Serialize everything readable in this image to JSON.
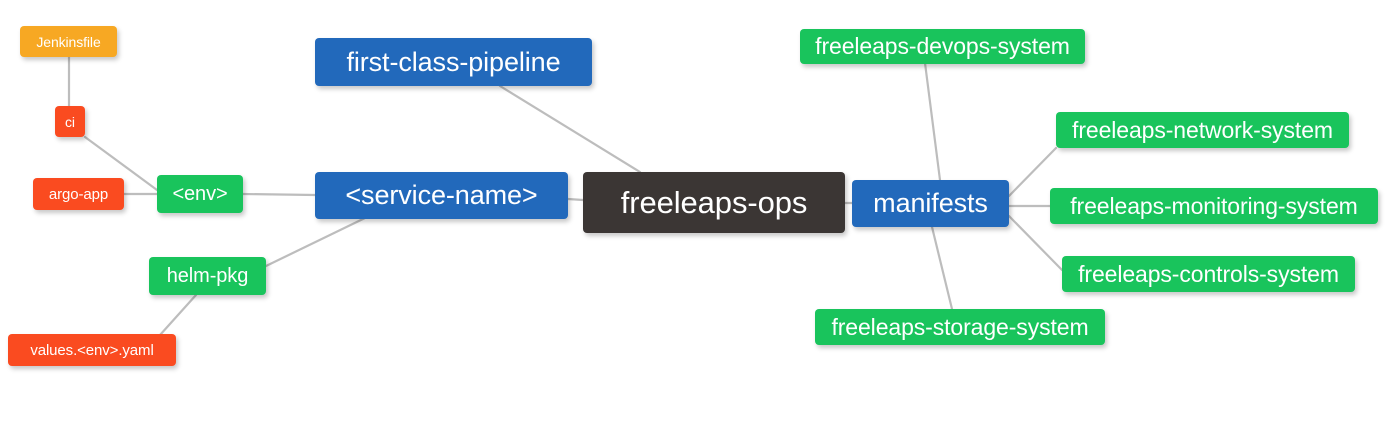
{
  "diagram": {
    "title": "freeleaps-ops",
    "type": "mindmap",
    "background": "#ffffff",
    "edge_color": "#bdbdbd"
  },
  "colors": {
    "green": "#19c45c",
    "blue": "#2269bb",
    "dark": "#3b3634",
    "orange": "#f7a823",
    "red": "#fa4b20",
    "text": "#ffffff"
  },
  "nodes": [
    {
      "id": "jenkinsfile",
      "label": "Jenkinsfile",
      "color": "orange"
    },
    {
      "id": "ci",
      "label": "ci",
      "color": "red"
    },
    {
      "id": "argo-app",
      "label": "argo-app",
      "color": "red"
    },
    {
      "id": "env",
      "label": "<env>",
      "color": "green"
    },
    {
      "id": "helm-pkg",
      "label": "helm-pkg",
      "color": "green"
    },
    {
      "id": "values-yaml",
      "label": "values.<env>.yaml",
      "color": "red"
    },
    {
      "id": "pipeline",
      "label": "first-class-pipeline",
      "color": "blue"
    },
    {
      "id": "service-name",
      "label": "<service-name>",
      "color": "blue"
    },
    {
      "id": "root",
      "label": "freeleaps-ops",
      "color": "dark"
    },
    {
      "id": "manifests",
      "label": "manifests",
      "color": "blue"
    },
    {
      "id": "devops",
      "label": "freeleaps-devops-system",
      "color": "green"
    },
    {
      "id": "network",
      "label": "freeleaps-network-system",
      "color": "green"
    },
    {
      "id": "monitoring",
      "label": "freeleaps-monitoring-system",
      "color": "green"
    },
    {
      "id": "controls",
      "label": "freeleaps-controls-system",
      "color": "green"
    },
    {
      "id": "storage",
      "label": "freeleaps-storage-system",
      "color": "green"
    }
  ],
  "edges": [
    {
      "from": "jenkinsfile",
      "to": "ci"
    },
    {
      "from": "ci",
      "to": "env"
    },
    {
      "from": "argo-app",
      "to": "env"
    },
    {
      "from": "env",
      "to": "service-name"
    },
    {
      "from": "values-yaml",
      "to": "helm-pkg"
    },
    {
      "from": "helm-pkg",
      "to": "service-name"
    },
    {
      "from": "pipeline",
      "to": "root"
    },
    {
      "from": "service-name",
      "to": "root"
    },
    {
      "from": "root",
      "to": "manifests"
    },
    {
      "from": "devops",
      "to": "manifests"
    },
    {
      "from": "network",
      "to": "manifests"
    },
    {
      "from": "monitoring",
      "to": "manifests"
    },
    {
      "from": "controls",
      "to": "manifests"
    },
    {
      "from": "storage",
      "to": "manifests"
    }
  ]
}
